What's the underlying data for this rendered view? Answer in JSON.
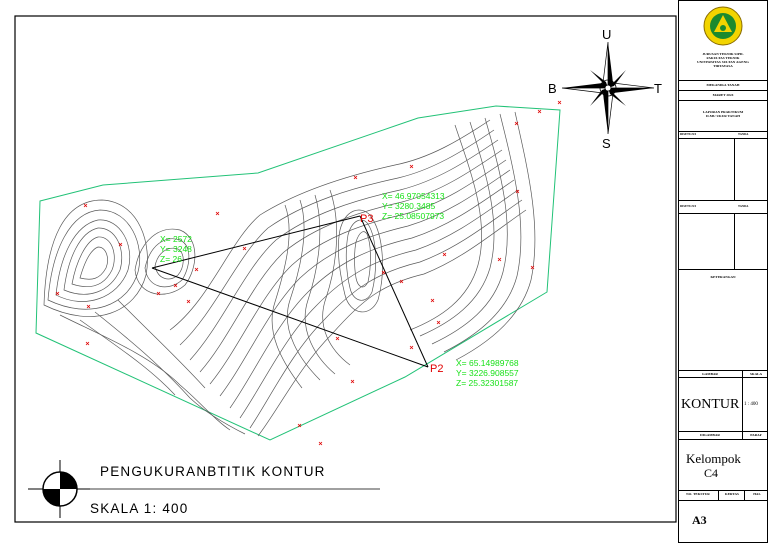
{
  "compass": {
    "north": "U",
    "south": "S",
    "west": "B",
    "east": "T"
  },
  "points": [
    {
      "name": "P3",
      "x": "X= 46.97054313",
      "y": "Y= 3280.3485",
      "z": "Z= 25.08507973"
    },
    {
      "name": "",
      "x": "X= 2572",
      "y": "Y= 3248",
      "z": "Z= 26"
    },
    {
      "name": "P2",
      "x": "X= 65.14989768",
      "y": "Y= 3226.908557",
      "z": "Z= 25.32301587"
    }
  ],
  "legend": {
    "title": "PENGUKURANBTITIK KONTUR",
    "scale": "SKALA 1: 400"
  },
  "titleblock": {
    "inst_lines": [
      "JURUSAN TEKNIK SIPIL",
      "FAKULTAS TEKNIK",
      "UNIVERSITAS SULTAN AGENG",
      "TIRTAYASA"
    ],
    "subject": "MEKANIKA TANAH",
    "year": "MARET 2024",
    "report": [
      "LAPORAN PRAKTIKUM",
      "ILMU UKUR TANAH"
    ],
    "dosen_label": "DISETUJUI",
    "tanda_label": "TANDA",
    "asisten_label": "DISETUJUI",
    "tanda2_label": "TANDA",
    "keterangan_label": "KETERANGAN",
    "gambar_label": "GAMBAR",
    "skala_label": "SKALA",
    "drawing_title": "KONTUR",
    "drawing_scale": "1 : 400",
    "kelompok_label": "DIGAMBAR",
    "paraf_label": "PARAF",
    "group": "Kelompok",
    "group_no": "C4",
    "no_label": "NO. TEKSTUR",
    "kertas_label": "KERTAS",
    "hal_label": "HAL",
    "paper": "A3"
  },
  "colors": {
    "annotation": "#18e018",
    "marker": "#e00000",
    "border": "#22c277",
    "seal_yellow": "#f2d400",
    "seal_green": "#1b8a2e"
  }
}
